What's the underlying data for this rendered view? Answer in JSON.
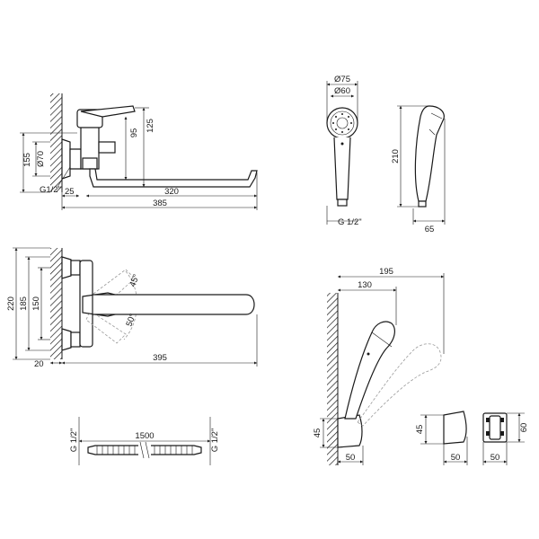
{
  "dimensions": {
    "top_left": {
      "d155": "155",
      "d70": "Ø70",
      "d95": "95",
      "d125": "125",
      "thread": "G1/2\"",
      "d25": "25",
      "d320": "320",
      "d385": "385"
    },
    "mid_left": {
      "d220": "220",
      "d185": "185",
      "d150": "150",
      "d45deg": "45°",
      "d50deg": "50°",
      "d20": "20",
      "d395": "395"
    },
    "hand_shower": {
      "d75": "Ø75",
      "d60": "Ø60",
      "d210": "210",
      "thread": "G 1/2\"",
      "d65": "65"
    },
    "hose": {
      "thread_left": "G 1/2\"",
      "length": "1500",
      "thread_right": "G 1/2\""
    },
    "holder_mounted": {
      "d195": "195",
      "d130": "130",
      "d45": "45",
      "d50": "50"
    },
    "holder_side": {
      "d45": "45",
      "d50": "50"
    },
    "holder_front": {
      "d60": "60",
      "d50": "50"
    }
  }
}
